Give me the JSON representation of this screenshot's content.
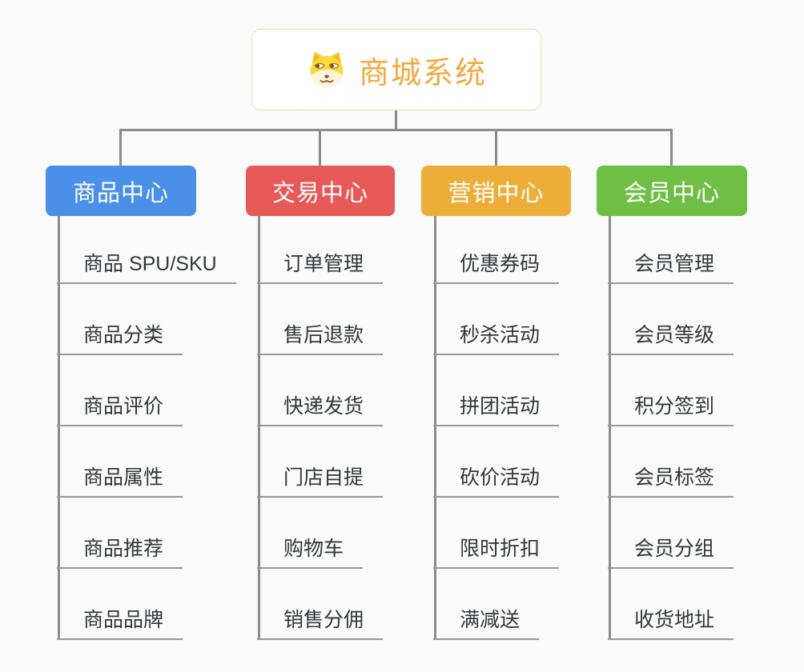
{
  "page": {
    "background_color": "#FAFAFA",
    "connector_color": "#8C8C8C",
    "underline_color": "#979797"
  },
  "root": {
    "title": "商城系统",
    "icon": "dog-face-icon",
    "title_color": "#F2A93E",
    "border_color": "#F2B04A"
  },
  "branches": [
    {
      "label": "商品中心",
      "color": "#4A90E8",
      "items": [
        "商品 SPU/SKU",
        "商品分类",
        "商品评价",
        "商品属性",
        "商品推荐",
        "商品品牌"
      ]
    },
    {
      "label": "交易中心",
      "color": "#E65957",
      "items": [
        "订单管理",
        "售后退款",
        "快递发货",
        "门店自提",
        "购物车",
        "销售分佣"
      ]
    },
    {
      "label": "营销中心",
      "color": "#EDAE39",
      "items": [
        "优惠券码",
        "秒杀活动",
        "拼团活动",
        "砍价活动",
        "限时折扣",
        "满减送"
      ]
    },
    {
      "label": "会员中心",
      "color": "#6FBE45",
      "items": [
        "会员管理",
        "会员等级",
        "积分签到",
        "会员标签",
        "会员分组",
        "收货地址"
      ]
    }
  ]
}
